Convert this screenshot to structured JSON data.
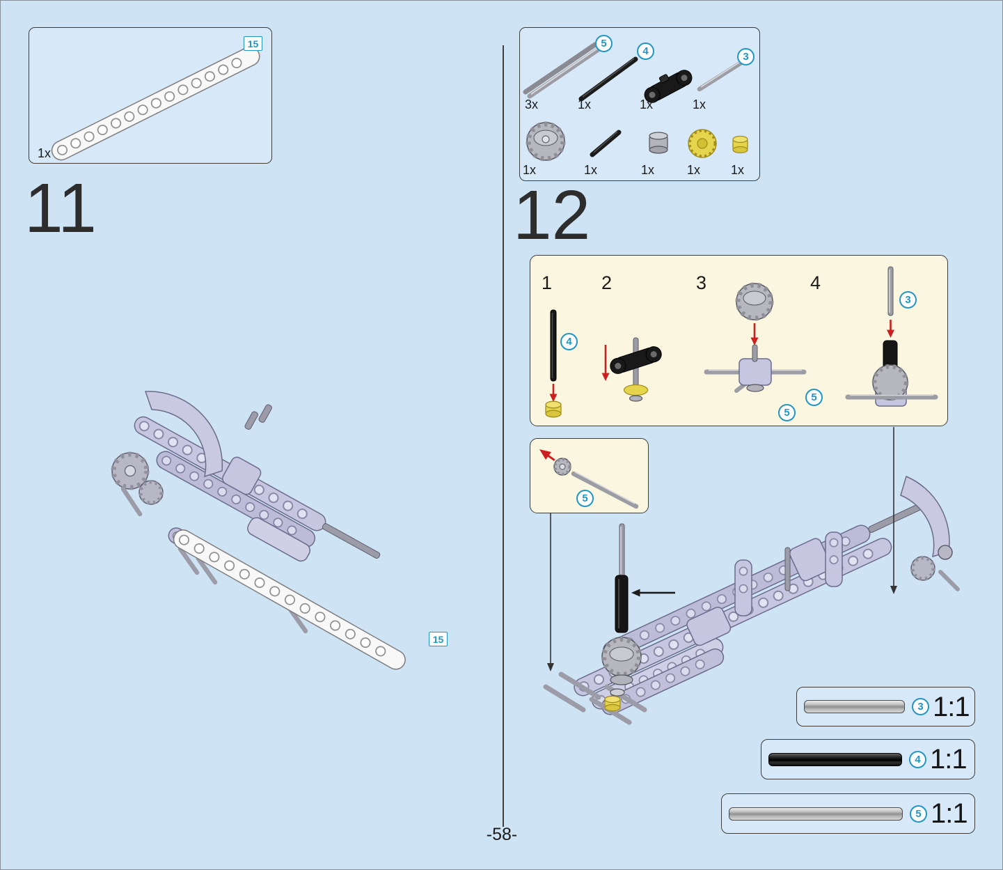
{
  "page": {
    "number": "-58-"
  },
  "colors": {
    "background": "#cee3f4",
    "callout_blue": "#d7e9f8",
    "callout_cream": "#fbf6df",
    "badge_blue": "#2196c4",
    "arrow_red": "#cc2020",
    "part_lavender": "#c6c6e0",
    "part_yellow": "#e7d44d"
  },
  "step11": {
    "number": "11",
    "parts_box": {
      "length_badge": "15",
      "qty": "1x",
      "part": "technic-beam-15-white"
    },
    "model_length_badge": "15"
  },
  "step12": {
    "number": "12",
    "parts_row1": [
      {
        "qty": "3x",
        "badge": "5",
        "part": "technic-axle-8-gray"
      },
      {
        "qty": "1x",
        "badge": "4",
        "part": "technic-axle-6-black"
      },
      {
        "qty": "1x",
        "badge": "",
        "part": "technic-pin-connector-black"
      },
      {
        "qty": "1x",
        "badge": "3",
        "part": "technic-axle-4-gray"
      }
    ],
    "parts_row2": [
      {
        "qty": "1x",
        "part": "knob-wheel-gray"
      },
      {
        "qty": "1x",
        "part": "technic-axle-3-black"
      },
      {
        "qty": "1x",
        "part": "driving-ring-gray"
      },
      {
        "qty": "1x",
        "part": "clutch-gear-yellow"
      },
      {
        "qty": "1x",
        "part": "bush-yellow"
      }
    ],
    "substeps": {
      "labels": [
        "1",
        "2",
        "3",
        "4"
      ],
      "badge_step1": "4",
      "badge_step3_a": "5",
      "badge_step3_b": "5",
      "badge_step4": "3"
    },
    "inset_badge": "5",
    "scale_boxes": [
      {
        "badge": "3",
        "ratio": "1:1",
        "axle": "gray"
      },
      {
        "badge": "4",
        "ratio": "1:1",
        "axle": "black"
      },
      {
        "badge": "5",
        "ratio": "1:1",
        "axle": "gray"
      }
    ]
  }
}
